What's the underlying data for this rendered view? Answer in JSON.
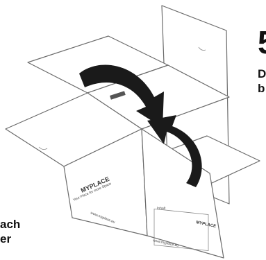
{
  "step": {
    "number": "5",
    "text_lines": [
      "D",
      "b"
    ]
  },
  "left_caption": {
    "lines": [
      "ach",
      "er"
    ]
  },
  "box": {
    "brand_side": "MYPLACE",
    "tagline": "Your Place for more Space",
    "website": "www.myplace.eu",
    "label_title": "Inhalt"
  },
  "arrows": {
    "top": "curved-arrow-down-right",
    "bottom": "curved-arrow-up-left"
  },
  "colors": {
    "arrow": "#1a1a1a",
    "outline": "#6b6b6b"
  }
}
